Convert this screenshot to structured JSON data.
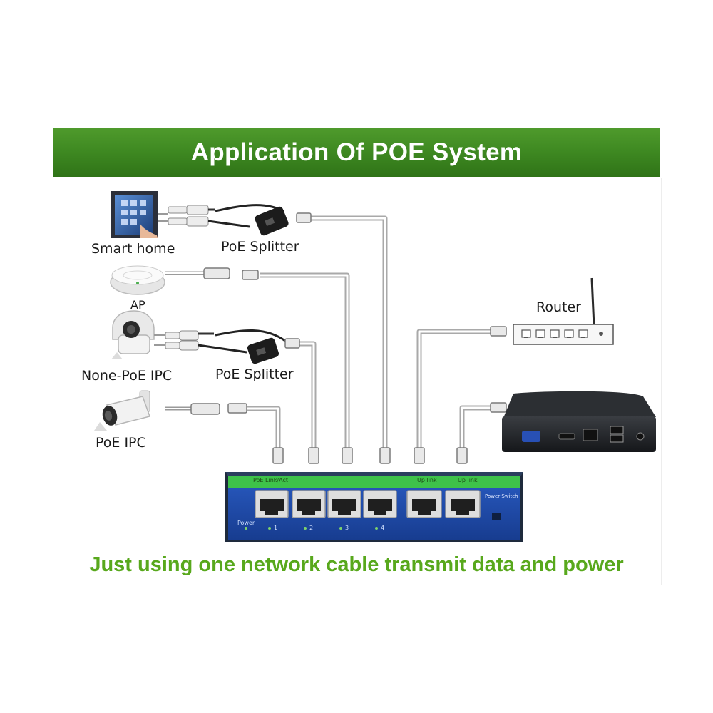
{
  "title": "Application Of POE System",
  "footer": "Just using one network cable transmit data and power",
  "devices": {
    "smart_home": "Smart home",
    "poe_splitter_1": "PoE Splitter",
    "ap": "AP",
    "none_poe_ipc": "None-PoE IPC",
    "poe_splitter_2": "PoE Splitter",
    "poe_ipc": "PoE IPC",
    "router": "Router"
  },
  "switch": {
    "power_label": "Power",
    "poe_link_label": "PoE  Link/Act",
    "uplink_label_1": "Up link",
    "uplink_label_2": "Up link",
    "model_text": "Power Switch",
    "port_labels": [
      "1",
      "2",
      "3",
      "4"
    ]
  },
  "colors": {
    "banner_green": "#3f8a22",
    "footer_green": "#58a81c",
    "switch_blue": "#1f4aa8",
    "switch_green_strip": "#3ec24a",
    "cable_grey": "#c8c8c8"
  }
}
